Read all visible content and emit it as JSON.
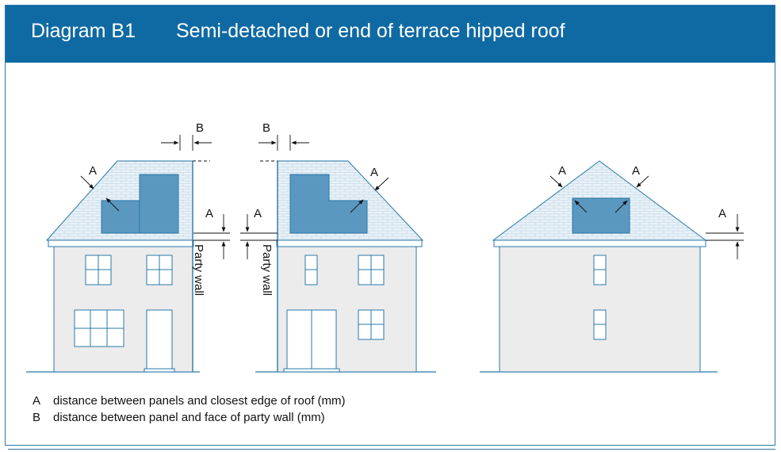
{
  "header": {
    "diagram_id": "Diagram B1",
    "title": "Semi-detached or end of terrace hipped roof"
  },
  "labels": {
    "A": "A",
    "B": "B",
    "party_wall": "Party wall"
  },
  "legend": [
    {
      "letter": "A",
      "text": "distance between panels and closest edge of roof (mm)"
    },
    {
      "letter": "B",
      "text": "distance between panel and face of party wall (mm)"
    }
  ],
  "colors": {
    "header": "#0f6aa3",
    "wall": "#ececec",
    "roof": "#e9f2f8",
    "panel": "#5b98c0",
    "line": "#2a78a8"
  }
}
